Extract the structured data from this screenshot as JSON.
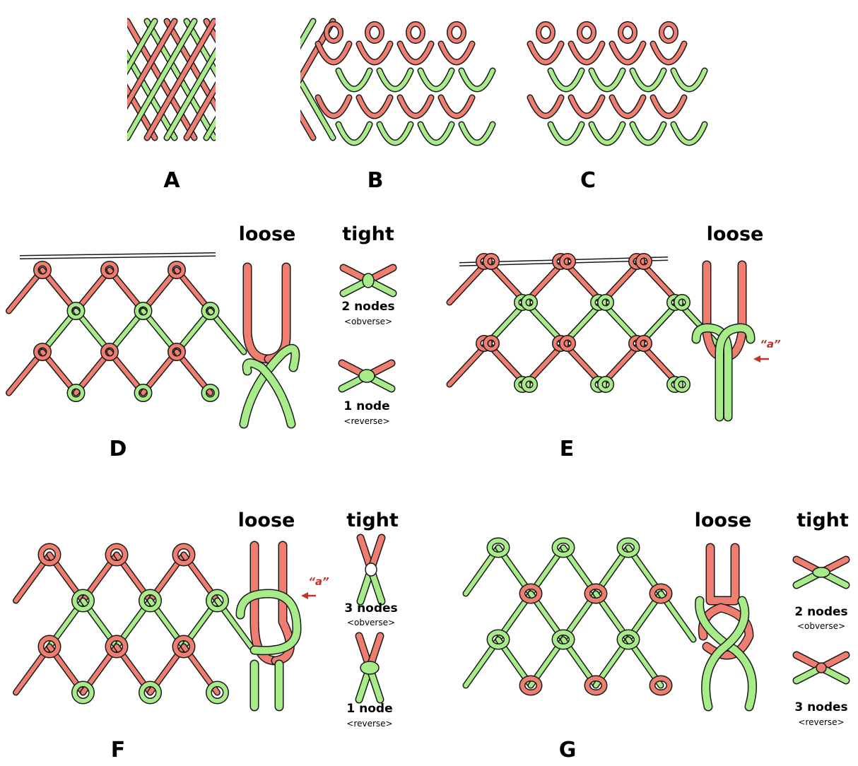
{
  "colors": {
    "red": "#ef7e71",
    "green": "#a8ec8a",
    "outline": "#1a1a1a",
    "bar": "#c8c8c8",
    "accent": "#c8302a"
  },
  "panels": {
    "A": {
      "label": "A"
    },
    "B": {
      "label": "B"
    },
    "C": {
      "label": "C"
    },
    "D": {
      "label": "D",
      "loose": "loose",
      "tight": "tight",
      "top": {
        "nodes": "2 nodes",
        "side": "<obverse>"
      },
      "bottom": {
        "nodes": "1 node",
        "side": "<reverse>"
      }
    },
    "E": {
      "label": "E",
      "loose": "loose",
      "marker": "“a”"
    },
    "F": {
      "label": "F",
      "loose": "loose",
      "tight": "tight",
      "marker": "“a”",
      "top": {
        "nodes": "3 nodes",
        "side": "<obverse>"
      },
      "bottom": {
        "nodes": "1 node",
        "side": "<reverse>"
      }
    },
    "G": {
      "label": "G",
      "loose": "loose",
      "tight": "tight",
      "top": {
        "nodes": "2 nodes",
        "side": "<obverse>"
      },
      "bottom": {
        "nodes": "3 nodes",
        "side": "<reverse>"
      }
    }
  }
}
